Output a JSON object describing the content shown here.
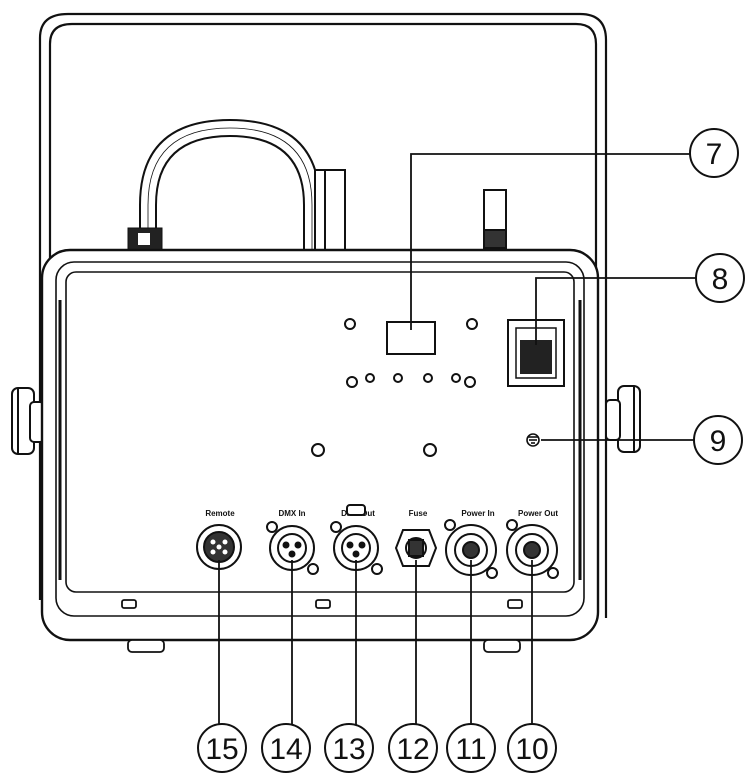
{
  "panel_labels": {
    "remote": "Remote",
    "dmx_in": "DMX In",
    "dmx_out": "DMX Out",
    "fuse": "Fuse",
    "power_in": "Power In",
    "power_out": "Power Out"
  },
  "callouts": {
    "c7": "7",
    "c8": "8",
    "c9": "9",
    "c10": "10",
    "c11": "11",
    "c12": "12",
    "c13": "13",
    "c14": "14",
    "c15": "15"
  }
}
